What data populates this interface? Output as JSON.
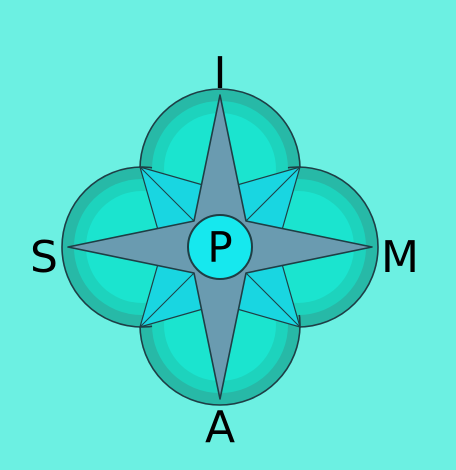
{
  "diagram": {
    "labels": {
      "top": "I",
      "right": "M",
      "bottom": "A",
      "left": "S",
      "center": "P"
    },
    "colors": {
      "background": "#6CF0E2",
      "lobe_outer": "#27B9A7",
      "lobe_mid": "#1DD3BD",
      "lobe_inner": "#1BE4CF",
      "diagonal_fill": "#19D6E1",
      "star": "#6A9BB0",
      "center_fill": "#16E8EE",
      "outline": "#1E3E45",
      "text": "#000000"
    }
  }
}
